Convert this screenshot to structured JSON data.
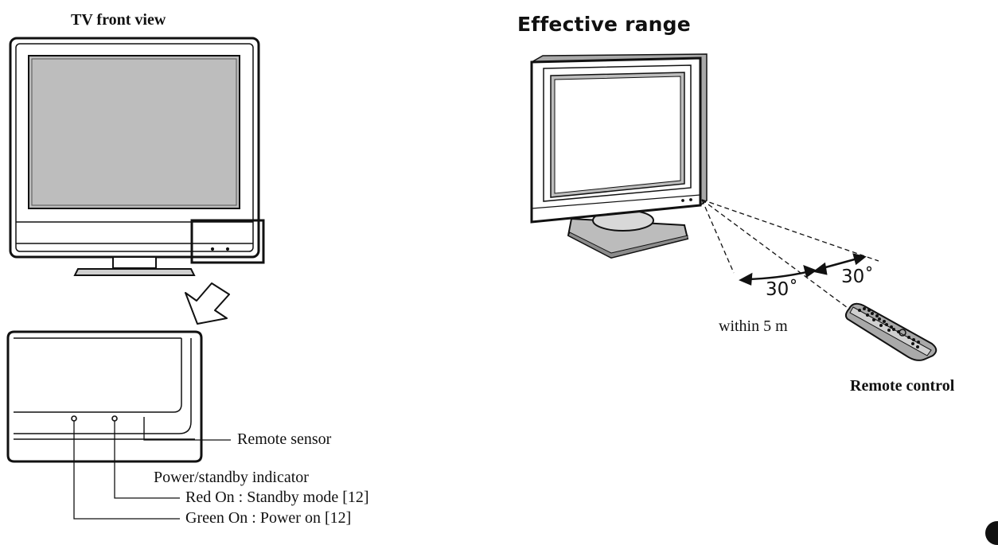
{
  "labels": {
    "tv_front_view": "TV front view",
    "effective_range": "Effective range",
    "remote_sensor": "Remote sensor",
    "power_indicator": "Power/standby indicator",
    "red_on": "Red On : Standby mode [12]",
    "green_on": "Green On : Power on [12]",
    "distance": "within 5 m",
    "angle_left": "30˚",
    "angle_right": "30˚",
    "remote_control": "Remote control"
  },
  "icons": [
    "tv-front-icon",
    "zoom-arrow-icon",
    "tv-closeup-icon",
    "tv-perspective-icon",
    "remote-control-icon"
  ]
}
